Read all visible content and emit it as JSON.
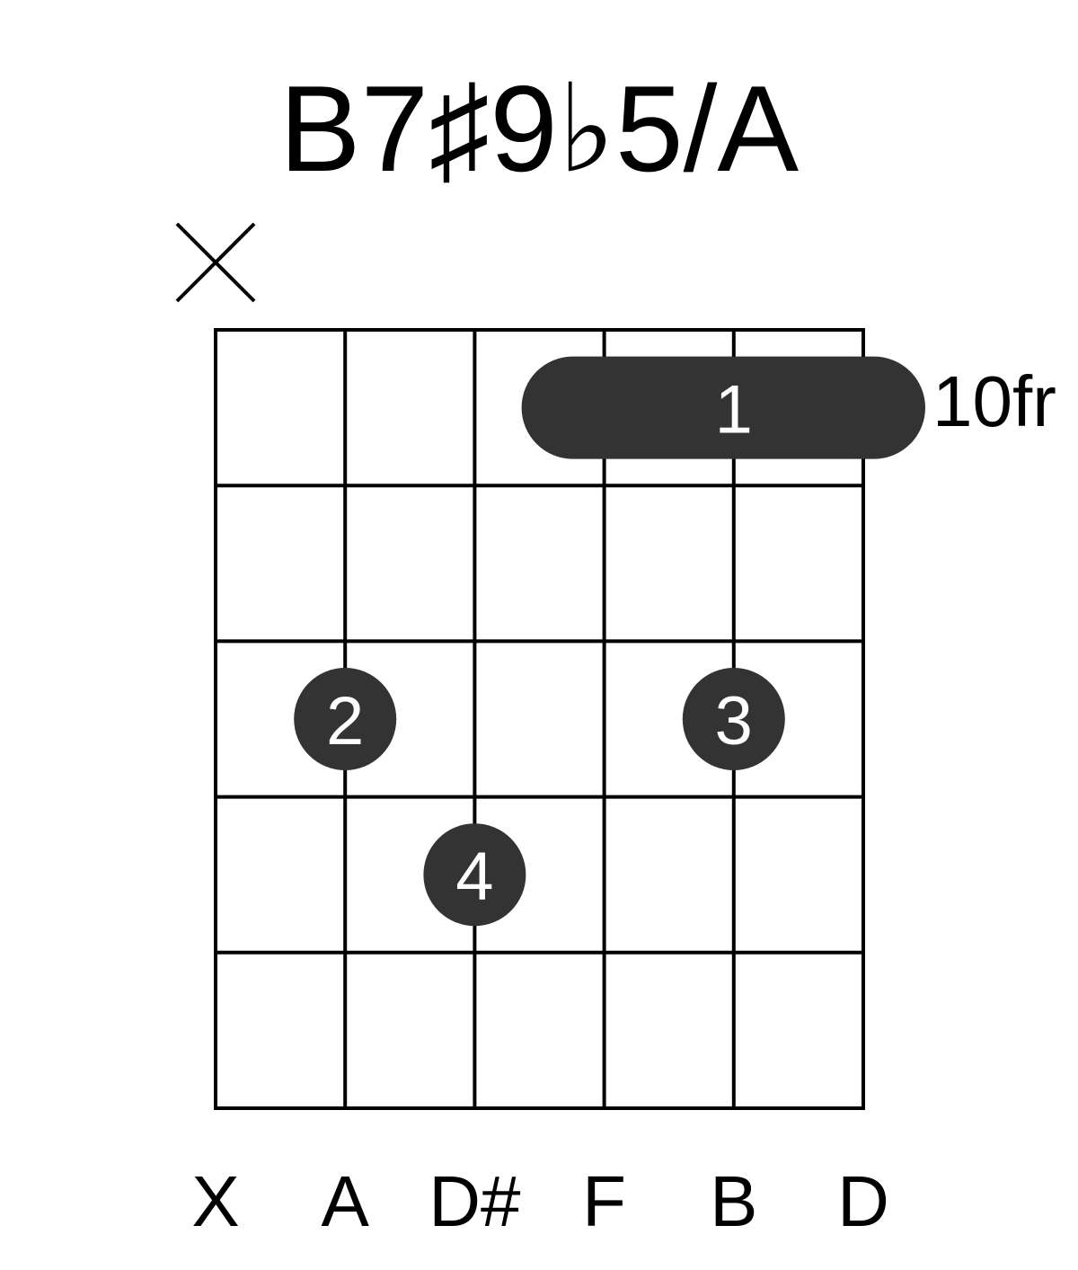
{
  "chord": {
    "name": "B7♯9♭5/A",
    "start_fret_label": "10fr",
    "string_count": 6,
    "fret_count": 5,
    "muted_strings": [
      1
    ],
    "colors": {
      "dot": "#333333",
      "grid": "#000000",
      "finger_text": "#ffffff"
    },
    "barre": {
      "fret": 1,
      "from_string": 4,
      "to_string": 6,
      "finger": "1"
    },
    "dots": [
      {
        "string": 2,
        "fret": 3,
        "finger": "2"
      },
      {
        "string": 5,
        "fret": 3,
        "finger": "3"
      },
      {
        "string": 3,
        "fret": 4,
        "finger": "4"
      }
    ],
    "notes": [
      "X",
      "A",
      "D#",
      "F",
      "B",
      "D"
    ]
  }
}
